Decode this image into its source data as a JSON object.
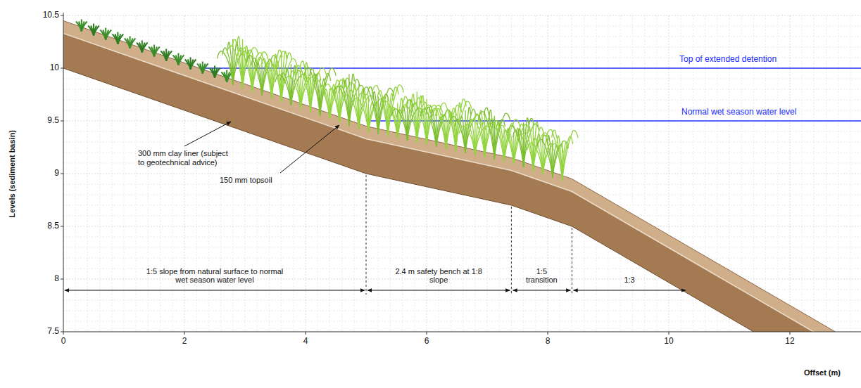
{
  "diagram": {
    "labels": [
      "10.5",
      "10",
      "9.5",
      "9",
      "8.5",
      "8",
      "7.5",
      "0",
      "2",
      "4",
      "6",
      "8",
      "10",
      "12",
      "Levels (sediment basin)",
      "Offset (m)",
      "Top of extended detention",
      "Normal wet season water level",
      "300 mm clay liner (subject to geotechnical advice)",
      "150 mm topsoil",
      "1:5 slope from natural surface to normal wet season water level",
      "2.4 m safety bench at 1:8 slope",
      "1:5 transition",
      "1:3"
    ]
  }
}
